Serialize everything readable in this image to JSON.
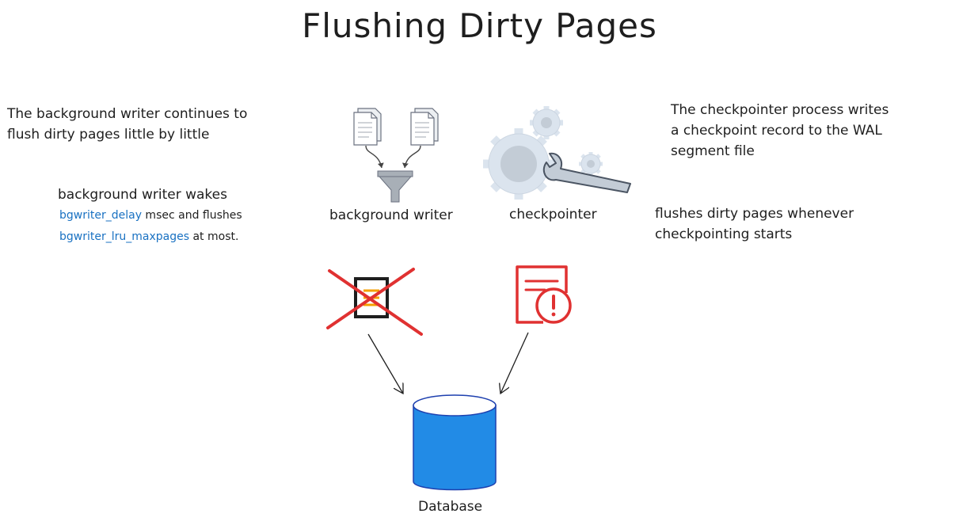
{
  "title": "Flushing Dirty Pages",
  "left_note": {
    "line1": "The background writer continues to",
    "line2": "flush dirty pages little by little"
  },
  "bgwriter_note": {
    "heading": "background writer wakes",
    "param1": "bgwriter_delay",
    "text1": " msec and flushes",
    "param2": "bgwriter_lru_maxpages",
    "text2": " at most."
  },
  "bgwriter_label": "background writer",
  "checkpointer_label": "checkpointer",
  "right_note": {
    "line1": "The checkpointer process writes",
    "line2": "a checkpoint record to the WAL",
    "line3": "segment file"
  },
  "checkpointer_note": {
    "line1": "flushes dirty pages whenever",
    "line2": "checkpointing starts"
  },
  "database_label": "Database",
  "colors": {
    "text": "#1e1e1e",
    "param_blue": "#1971c2",
    "cross_red": "#e03131",
    "alert_red": "#e03131",
    "database_blue": "#228be6",
    "gear_gray": "#dbe4ee"
  },
  "icons": [
    "document-icon",
    "funnel-icon",
    "gears-icon",
    "wrench-icon",
    "crossed-process-icon",
    "alert-document-icon",
    "database-icon"
  ]
}
